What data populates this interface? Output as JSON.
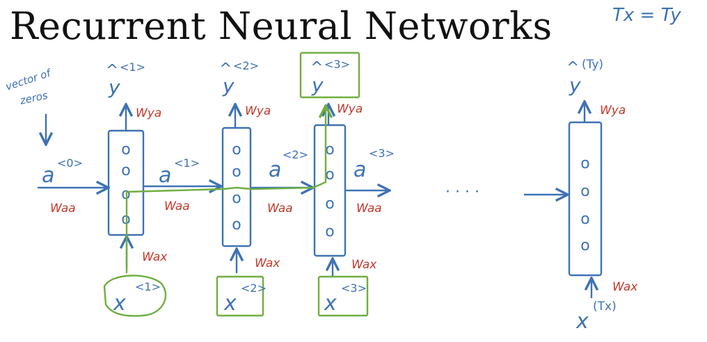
{
  "slide": {
    "title": "Recurrent Neural Networks",
    "corner_note": "Tx = Ty"
  },
  "annotations": {
    "initial_activation_note": [
      "vector of",
      "zeros"
    ],
    "ellipsis": "· · · ·"
  },
  "symbols": {
    "y_hat": "y",
    "hat_mark": "^",
    "x": "x",
    "a": "a"
  },
  "time_steps": [
    {
      "y_sup": "<1>",
      "x_sup": "<1>",
      "a_sup": "<1>"
    },
    {
      "y_sup": "<2>",
      "x_sup": "<2>",
      "a_sup": "<2>"
    },
    {
      "y_sup": "<3>",
      "x_sup": "<3>",
      "a_sup": "<3>"
    },
    {
      "y_sup": "(Ty)",
      "x_sup": "(Tx)"
    }
  ],
  "initial_activation": {
    "label": "a",
    "sup": "<0>"
  },
  "weights": {
    "wya": "Wya",
    "waa": "Waa",
    "wax": "Wax"
  },
  "colors": {
    "ink_blue": "#3d72b4",
    "ink_red": "#c0392b",
    "ink_green": "#6fae3f",
    "title": "#111111"
  }
}
